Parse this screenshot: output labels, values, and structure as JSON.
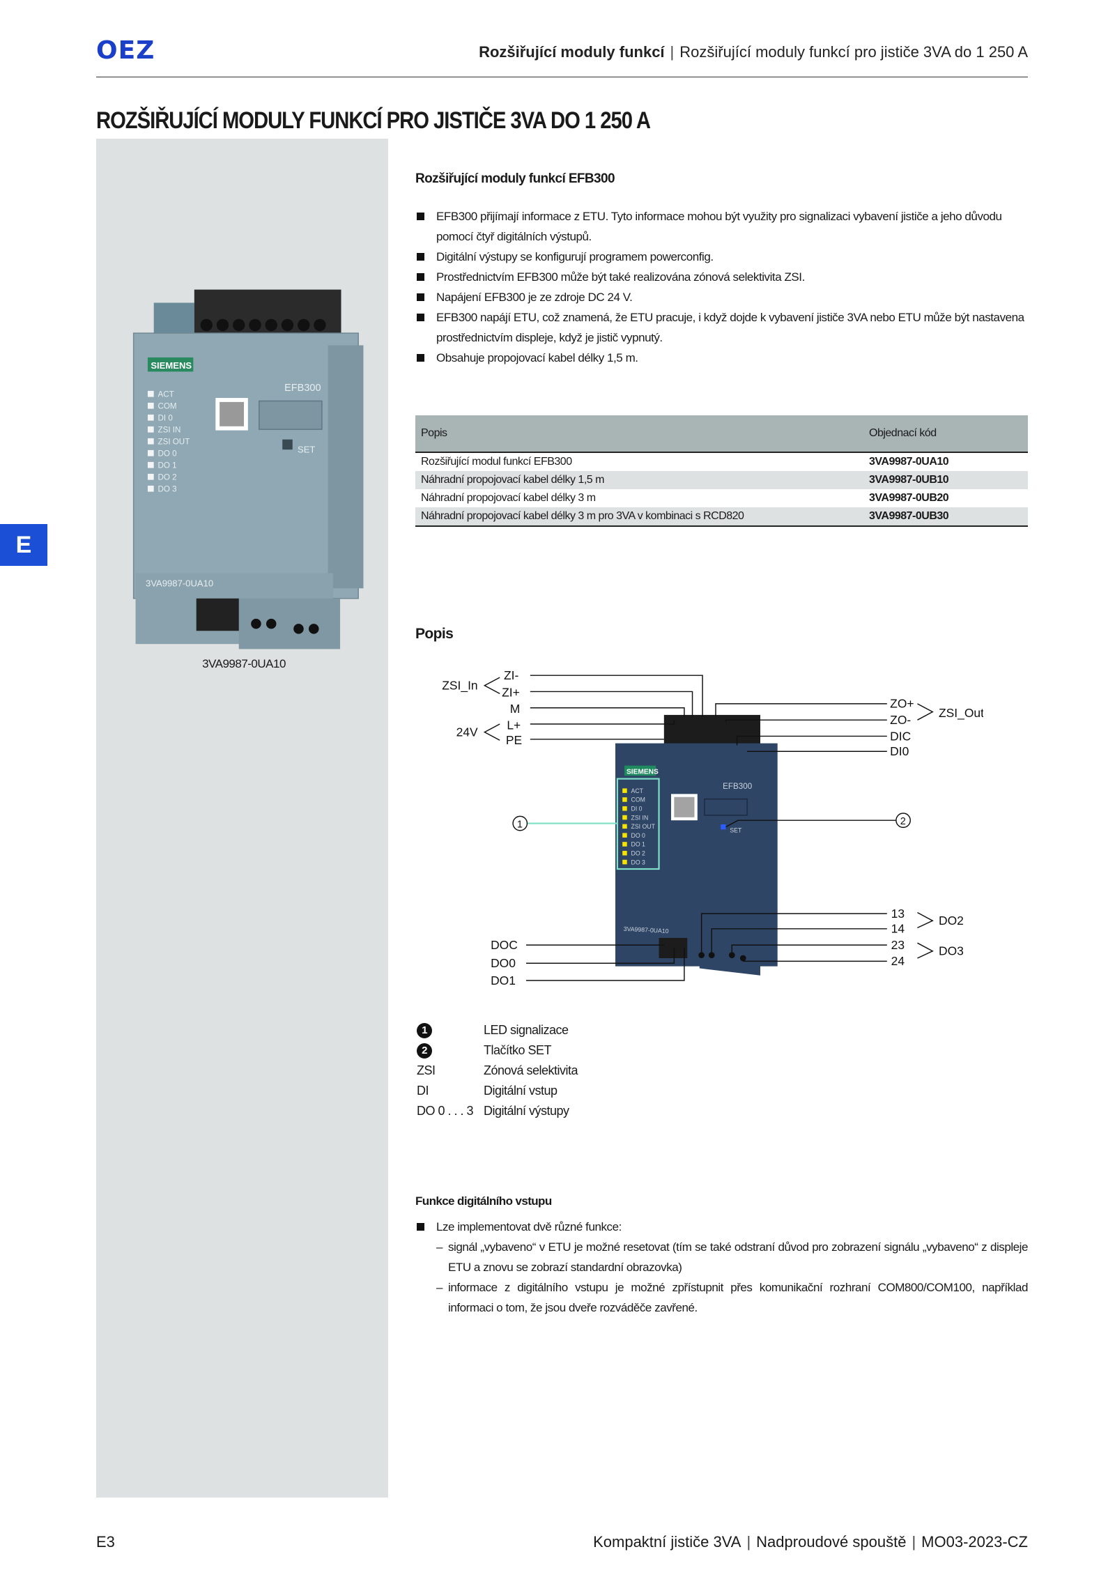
{
  "header": {
    "logo": "OEZ",
    "section": "Rozšiřující moduly funkcí",
    "subsection": "Rozšiřující moduly funkcí pro jističe 3VA do 1 250 A"
  },
  "page_title": "ROZŠIŘUJÍCÍ MODULY FUNKCÍ PRO JISTIČE 3VA DO 1 250 A",
  "side_tab": "E",
  "product": {
    "caption": "3VA9987-0UA10",
    "brand": "SIEMENS",
    "model": "EFB300",
    "leds": [
      "ACT",
      "COM",
      "DI 0",
      "ZSI IN",
      "ZSI OUT",
      "DO 0",
      "DO 1",
      "DO 2",
      "DO 3"
    ],
    "set_label": "SET",
    "part_label": "3VA9987-0UA10"
  },
  "intro": {
    "heading": "Rozšiřující moduly funkcí EFB300",
    "bullets": [
      "EFB300 přijímají informace z ETU. Tyto informace mohou být využity pro signalizaci vybavení jističe a jeho důvodu pomocí čtyř digitálních výstupů.",
      "Digitální výstupy se konfigurují programem powerconfig.",
      "Prostřednictvím EFB300 může být také realizována zónová selektivita ZSI.",
      "Napájení EFB300 je ze zdroje DC 24 V.",
      "EFB300 napájí ETU, což znamená, že ETU pracuje, i když dojde k vybavení jističe 3VA nebo ETU může být nastavena prostřednictvím displeje, když je jistič vypnutý.",
      "Obsahuje propojovací kabel délky 1,5 m."
    ]
  },
  "table": {
    "headers": [
      "Popis",
      "Objednací kód"
    ],
    "rows": [
      {
        "desc": "Rozšiřující modul funkcí EFB300",
        "code": "3VA9987-0UA10"
      },
      {
        "desc": "Náhradní propojovací kabel délky 1,5 m",
        "code": "3VA9987-0UB10"
      },
      {
        "desc": "Náhradní propojovací kabel délky 3 m",
        "code": "3VA9987-0UB20"
      },
      {
        "desc": "Náhradní propojovací kabel délky 3 m pro 3VA v kombinaci s RCD820",
        "code": "3VA9987-0UB30"
      }
    ]
  },
  "diagram": {
    "heading": "Popis",
    "labels": {
      "zsi_in": "ZSI_In",
      "zi_minus": "ZI-",
      "zi_plus": "ZI+",
      "m": "M",
      "l_plus": "L+",
      "pe": "PE",
      "v24": "24V",
      "zo_plus": "ZO+",
      "zo_minus": "ZO-",
      "dic": "DIC",
      "di0": "DI0",
      "zsi_out": "ZSI_Out",
      "t13": "13",
      "t14": "14",
      "t23": "23",
      "t24": "24",
      "do2": "DO2",
      "do3": "DO3",
      "doc": "DOC",
      "do0": "DO0",
      "do1": "DO1",
      "c1": "1",
      "c2": "2"
    },
    "module_color": "#2f4566",
    "highlight_color": "#7fe0c8"
  },
  "legend": [
    {
      "key": "1",
      "text": "LED signalizace",
      "circle": true
    },
    {
      "key": "2",
      "text": "Tlačítko SET",
      "circle": true
    },
    {
      "key": "ZSI",
      "text": "Zónová selektivita",
      "circle": false
    },
    {
      "key": "DI",
      "text": "Digitální vstup",
      "circle": false
    },
    {
      "key": "DO 0 . . . 3",
      "text": "Digitální výstupy",
      "circle": false
    }
  ],
  "digital_input": {
    "heading": "Funkce digitálního vstupu",
    "bullet": "Lze implementovat dvě různé funkce:",
    "sub": [
      "signál „vybaveno“ v ETU je možné resetovat (tím se také odstraní důvod pro zobrazení signálu „vybaveno“ z displeje ETU a znovu se zobrazí standardní obrazovka)",
      "informace z digitálního vstupu je možné zpřístupnit přes komunikační rozhraní COM800/COM100, například informaci o tom, že jsou dveře rozváděče zavřené."
    ]
  },
  "footer": {
    "page": "E3",
    "parts": [
      "Kompaktní jističe 3VA",
      "Nadproudové spouště",
      "MO03-2023-CZ"
    ]
  }
}
